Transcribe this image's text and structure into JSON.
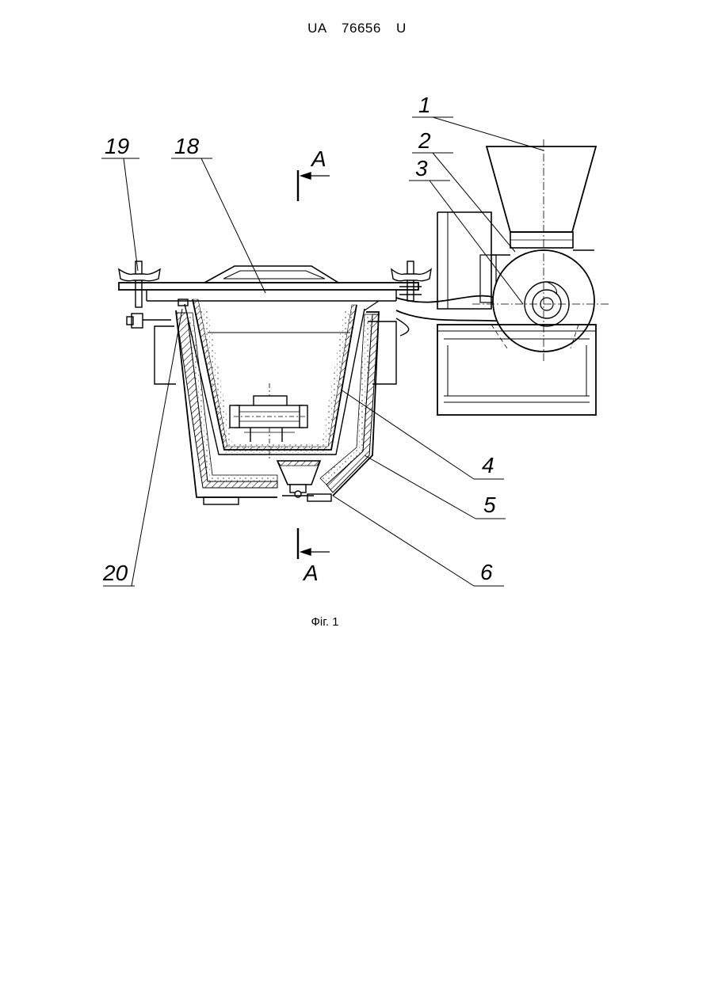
{
  "document": {
    "header": "UA 76656 U",
    "caption": "Фіг. 1"
  },
  "drawing": {
    "callouts": {
      "c1": "1",
      "c2": "2",
      "c3": "3",
      "c4": "4",
      "c5": "5",
      "c6": "6",
      "c18": "18",
      "c19": "19",
      "c20": "20"
    },
    "section_marker_top": "A",
    "section_marker_bottom": "A"
  }
}
